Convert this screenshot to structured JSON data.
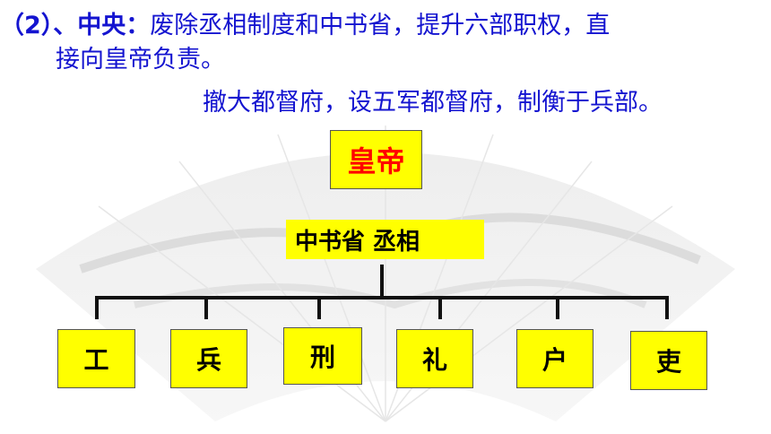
{
  "text": {
    "line1_prefix": "（2）",
    "line1_label": "、中央：",
    "line1_rest": "废除丞相制度和中书省，提升六部职权，直",
    "line2": "接向皇帝负责。",
    "line3": "撤大都督府，设五军都督府，制衡于兵部。"
  },
  "diagram": {
    "emperor": "皇帝",
    "secretariat": "中书省  丞相",
    "ministries": [
      "工",
      "兵",
      "刑",
      "礼",
      "户",
      "吏"
    ]
  },
  "colors": {
    "text_blue": "#1414d0",
    "box_fill": "#ffff00",
    "emperor_text": "#ff0000"
  }
}
